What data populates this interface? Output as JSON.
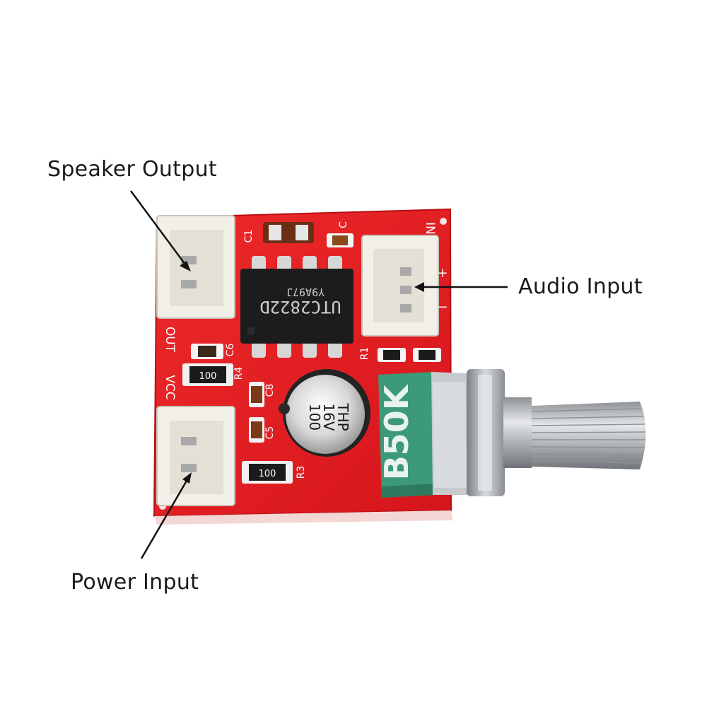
{
  "callouts": {
    "speaker_output": "Speaker Output",
    "audio_input": "Audio Input",
    "power_input": "Power Input"
  },
  "board": {
    "chip_line1": "Y9A97J",
    "chip_line2": "UTC2822D",
    "capacitor_line1": "100",
    "capacitor_line2": "16V",
    "capacitor_line3": "THP",
    "resistor1": "100",
    "resistor2": "100",
    "pot_label": "B50K",
    "silk_out": "OUT",
    "silk_vcc": "VCC",
    "silk_in": "IN",
    "silk_plus": "+",
    "silk_minus": "−",
    "silk_c1": "C1",
    "silk_c": "C",
    "silk_c6": "C6",
    "silk_c8": "C8",
    "silk_c5": "C5",
    "silk_r4": "R4",
    "silk_r3": "R3",
    "silk_r1": "R1"
  },
  "colors": {
    "pcb": "#e51e24",
    "connector": "#f2efe9",
    "chip": "#1c1c1c",
    "pot_body": "#3c9a78",
    "metal": "#b9bcbf"
  }
}
